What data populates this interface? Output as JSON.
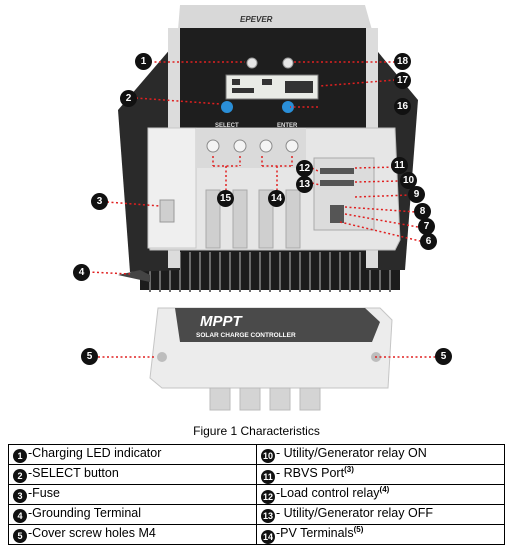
{
  "figure": {
    "brand": "EPEVER",
    "cover_title": "MPPT",
    "cover_subtitle": "SOLAR CHARGE CONTROLLER",
    "select_label": "SELECT",
    "enter_label": "ENTER",
    "callouts": [
      "1",
      "2",
      "3",
      "4",
      "5",
      "5",
      "6",
      "7",
      "8",
      "9",
      "10",
      "11",
      "12",
      "13",
      "14",
      "15",
      "16",
      "17",
      "18"
    ]
  },
  "caption": "Figure 1 Characteristics",
  "legend": {
    "rows": [
      {
        "left": {
          "num": "1",
          "text": "-Charging LED indicator",
          "note": ""
        },
        "right": {
          "num": "10",
          "text": "- Utility/Generator relay ON",
          "note": ""
        }
      },
      {
        "left": {
          "num": "2",
          "text": "-SELECT button",
          "note": ""
        },
        "right": {
          "num": "11",
          "text": "- RBVS Port",
          "note": "(3)"
        }
      },
      {
        "left": {
          "num": "3",
          "text": "-Fuse",
          "note": ""
        },
        "right": {
          "num": "12",
          "text": "-Load control relay",
          "note": "(4)"
        }
      },
      {
        "left": {
          "num": "4",
          "text": "-Grounding Terminal",
          "note": ""
        },
        "right": {
          "num": "13",
          "text": "- Utility/Generator relay OFF",
          "note": ""
        }
      },
      {
        "left": {
          "num": "5",
          "text": "-Cover screw holes M4",
          "note": ""
        },
        "right": {
          "num": "14",
          "text": "-PV Terminals",
          "note": "(5)"
        }
      }
    ]
  }
}
